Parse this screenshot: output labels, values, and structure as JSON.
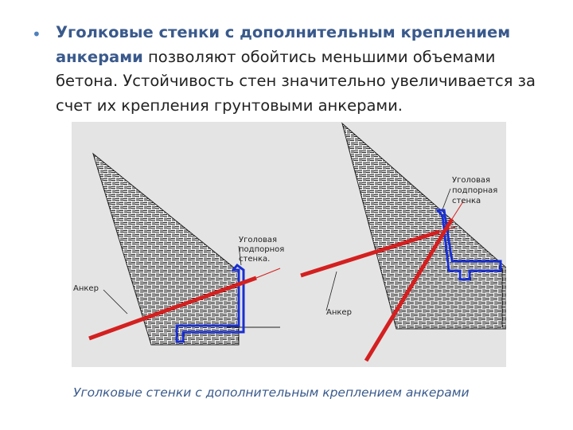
{
  "slide": {
    "bullet": {
      "highlight": "Уголковые стенки с дополнительным креплением анкерами",
      "text": " позволяют обойтись меньшими объемами бетона. Устойчивость стен значительно увеличивается за счет их крепления грунтовыми анкерами."
    },
    "caption": "Уголковые стенки с дополнительным креплением анкерами"
  },
  "diagram": {
    "left": {
      "wall_label": [
        "Уголовая",
        "подпорноя",
        "стенка."
      ],
      "anchor_label": "Анкер"
    },
    "right": {
      "wall_label": [
        "Уголовая",
        "подпорная",
        "стенка"
      ],
      "anchor_label": "Анкер"
    }
  },
  "colors": {
    "accent": "#4f81bd",
    "heading": "#3a5a8c",
    "wall": "#1a2fd0",
    "anchor": "#d42020",
    "figure_bg": "#e4e4e4"
  }
}
